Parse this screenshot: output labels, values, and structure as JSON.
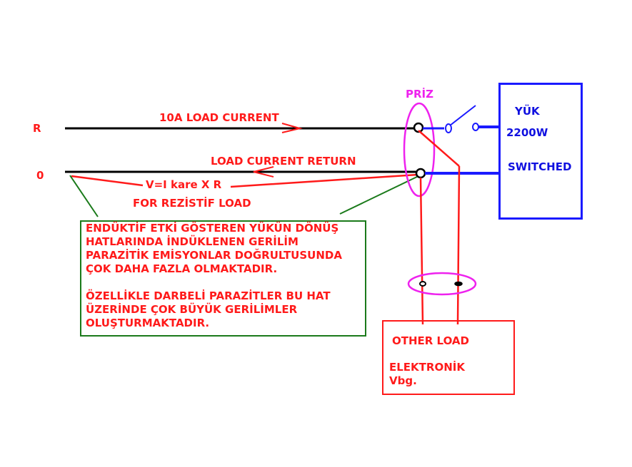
{
  "labels": {
    "r": "R",
    "zero": "0",
    "load_current": "10A LOAD CURRENT",
    "load_current_return": "LOAD CURRENT RETURN",
    "formula": "V=I kare X R",
    "resistive": "FOR REZİSTİF LOAD",
    "socket": "PRİZ",
    "load": "YÜK",
    "power": "2200W",
    "switched": "SWITCHED",
    "other_load": "OTHER LOAD",
    "electronic": "ELEKTRONİK",
    "device": "Vbg."
  },
  "note": {
    "line1": "ENDÜKTİF ETKİ GÖSTEREN YÜKÜN DÖNÜŞ",
    "line2": "HATLARINDA İNDÜKLENEN GERİLİM",
    "line3": "PARAZİTİK EMİSYONLAR DOĞRULTUSUNDA",
    "line4": "ÇOK DAHA FAZLA OLMAKTADIR.",
    "line5": "ÖZELLİKLE DARBELİ PARAZİTLER BU HAT",
    "line6": "ÜZERİNDE ÇOK BÜYÜK GERİLİMLER",
    "line7": "OLUŞTURMAKTADIR."
  },
  "colors": {
    "text_red": "#ff1a1a",
    "text_blue": "#1010e0",
    "socket_magenta": "#ee22ee",
    "note_border": "#1a7a1a",
    "line_black": "#000000"
  }
}
